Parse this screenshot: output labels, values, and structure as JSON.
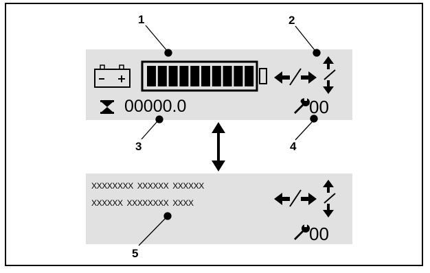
{
  "callouts": {
    "c1": "1",
    "c2": "2",
    "c3": "3",
    "c4": "4",
    "c5": "5"
  },
  "display_top": {
    "hour_counter": "00000.0",
    "service_code": "00",
    "battery_segments": 10,
    "icons": [
      "battery-icon",
      "battery-level-bar",
      "direction-arrows-icon",
      "lift-lower-arrows-icon",
      "hourglass-icon",
      "wrench-icon"
    ]
  },
  "display_bottom": {
    "message_line_1": "XXXXXXXX  XXXXXX  XXXXXX",
    "message_line_2": "XXXXXX  XXXXXXXX  XXXX",
    "service_code": "00",
    "icons": [
      "direction-arrows-icon",
      "lift-lower-arrows-icon",
      "wrench-icon"
    ]
  },
  "colors": {
    "panel": "#e1e1e1",
    "ink": "#000000"
  }
}
